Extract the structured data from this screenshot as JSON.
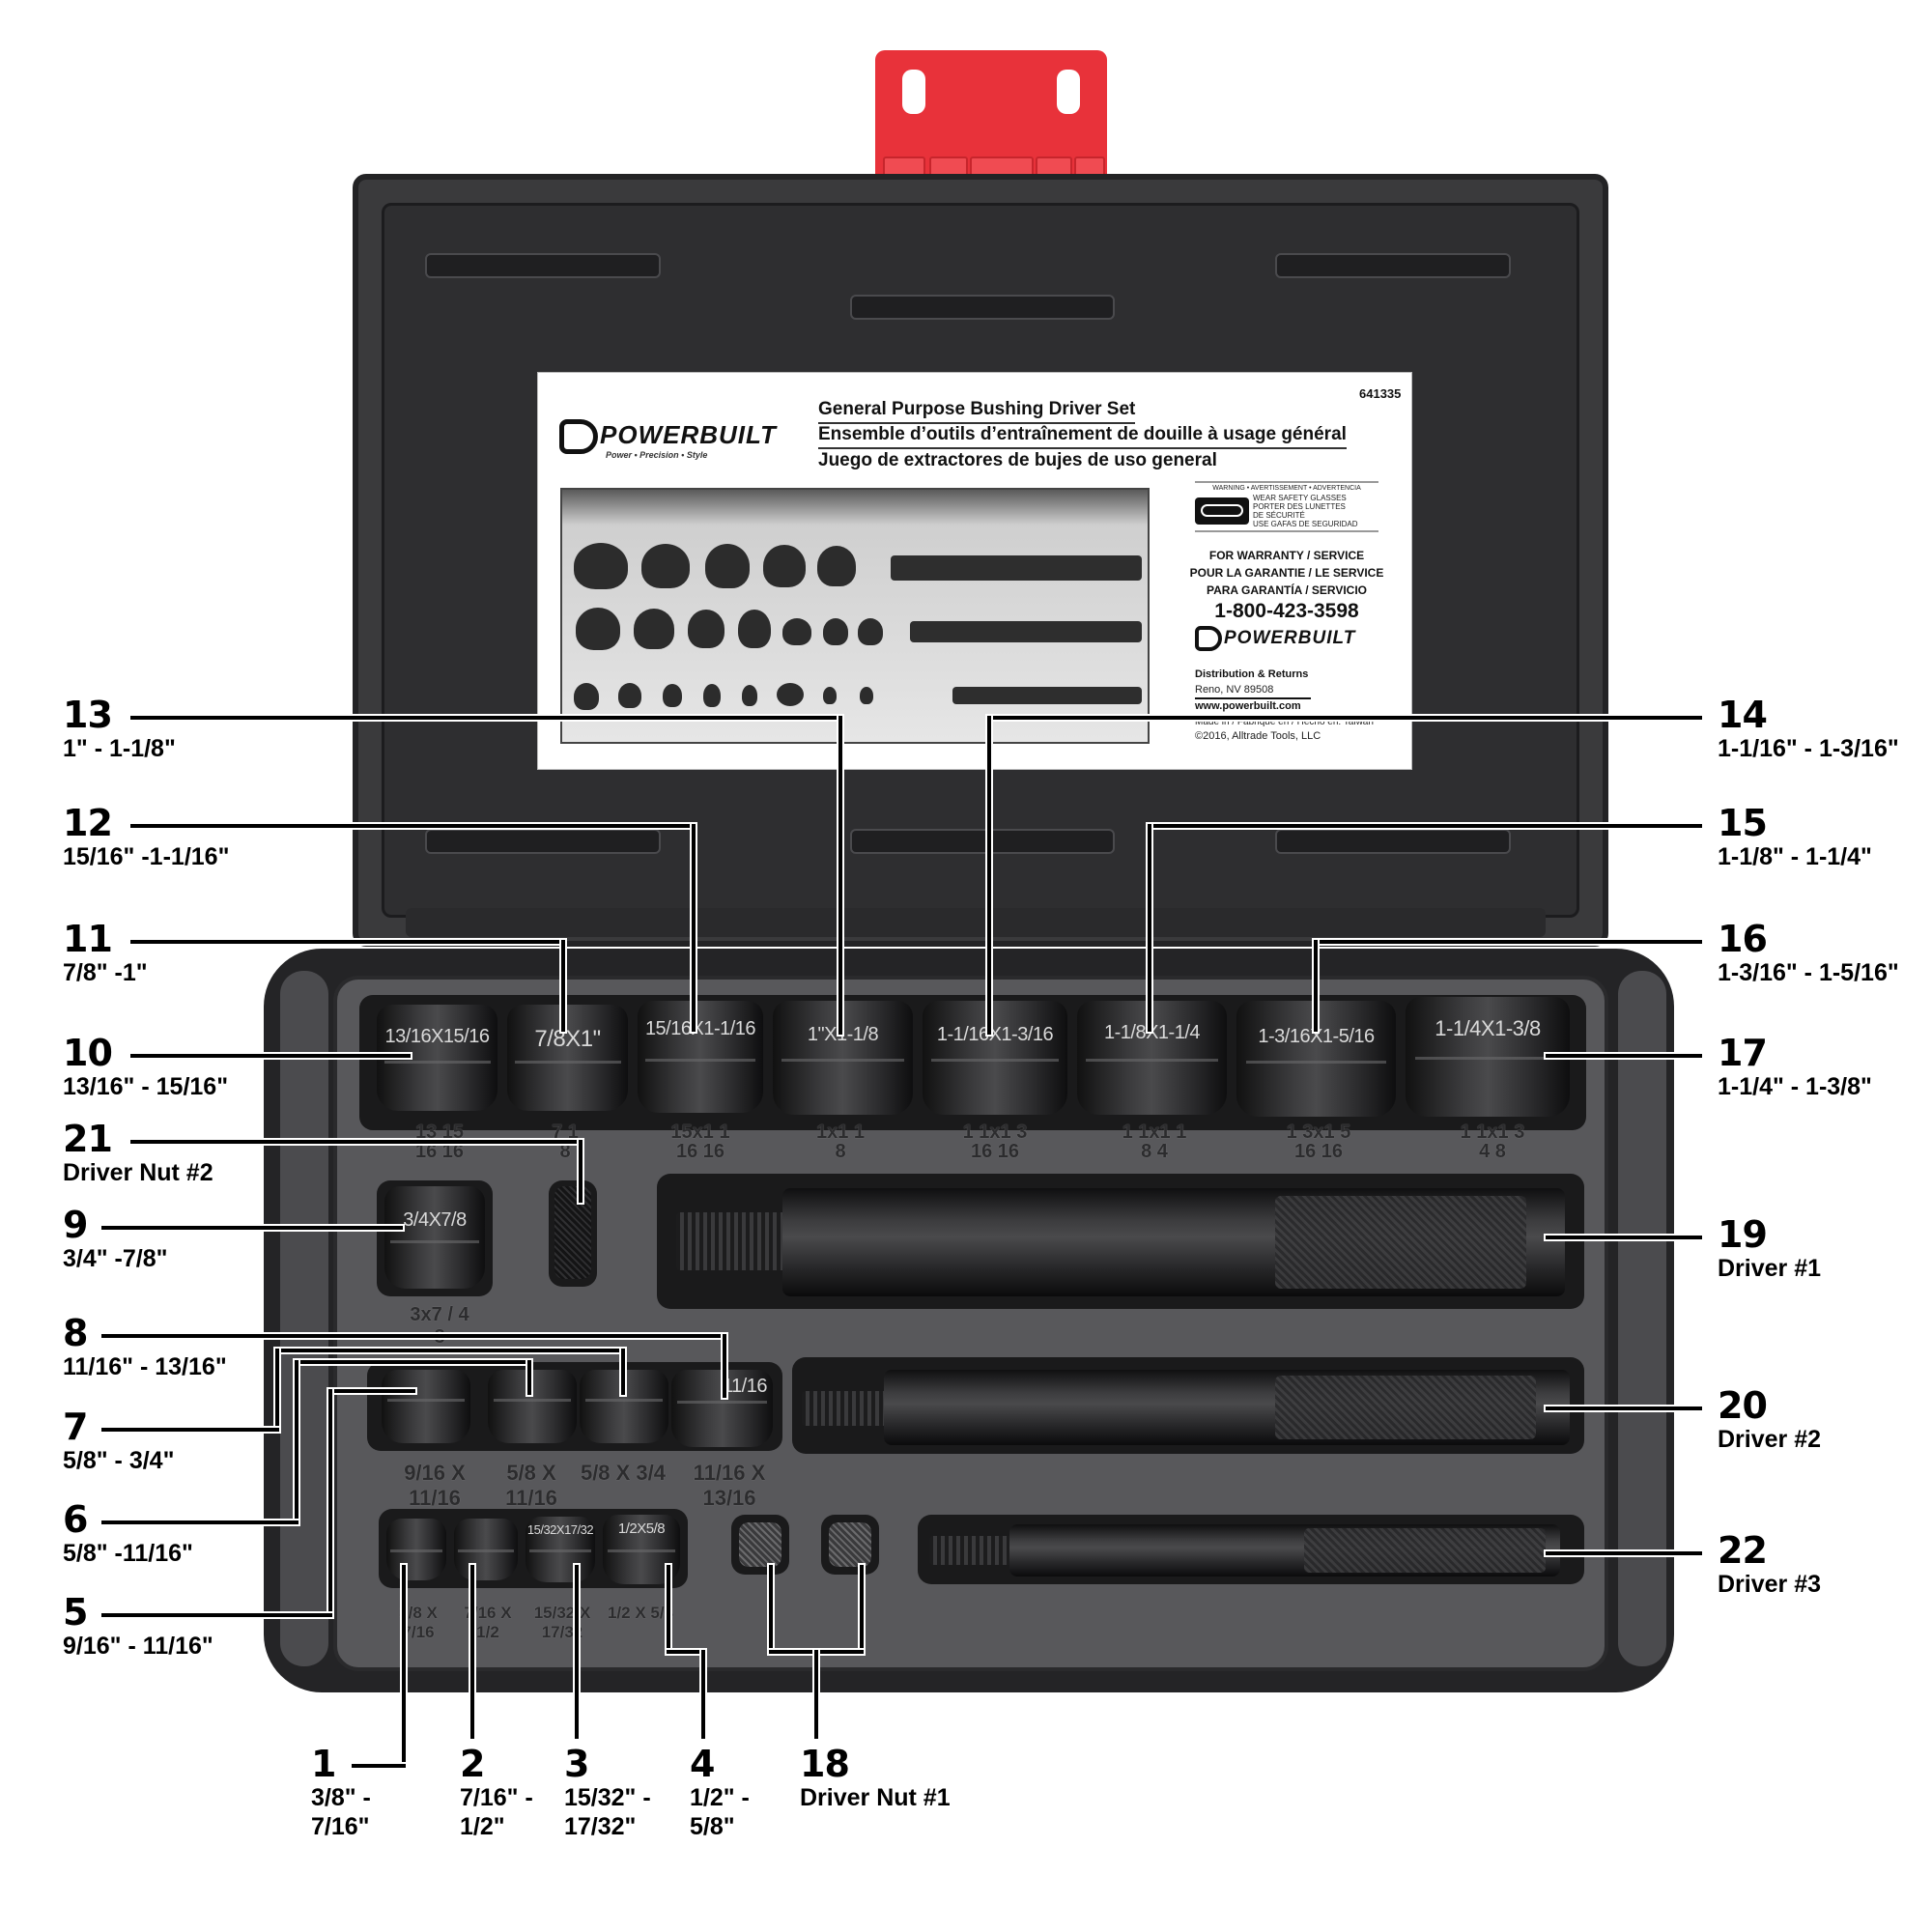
{
  "label_card": {
    "part_number": "641335",
    "brand": "POWERBUILT",
    "brand_tagline": "Power • Precision • Style",
    "title_en": "General Purpose Bushing Driver Set",
    "title_fr": "Ensemble d’outils d’entraînement de douille à usage général",
    "title_es": "Juego de extractores de bujes de uso general",
    "warning_header": "WARNING • AVERTISSEMENT • ADVERTENCIA",
    "warning_lines": [
      "WEAR SAFETY GLASSES",
      "PORTER DES LUNETTES",
      "DE SÉCURITÉ",
      "USE GAFAS DE SEGURIDAD"
    ],
    "service_lines": [
      "FOR WARRANTY / SERVICE",
      "POUR LA GARANTIE / LE SERVICE",
      "PARA GARANTÍA / SERVICIO"
    ],
    "phone": "1-800-423-3598",
    "distribution": "Distribution & Returns",
    "address": "Reno, NV 89508",
    "website": "www.powerbuilt.com",
    "made_in": "Made in / Fabriqué en / Hecho en: Taiwan",
    "copyright": "©2016, Alltrade Tools, LLC"
  },
  "colors": {
    "latch": "#e8323a",
    "case": "#2e2e30",
    "tray": "#58585b",
    "callout": "#000000"
  },
  "bushings_top_row": [
    {
      "stamp": "13/16X15/16",
      "mold_top": "13 15",
      "mold_bottom": "16 16"
    },
    {
      "stamp": "7/8X1\"",
      "mold_top": "7 1",
      "mold_bottom": "8"
    },
    {
      "stamp": "15/16X1-1/16",
      "mold_top": "15x1 1",
      "mold_bottom": "16  16"
    },
    {
      "stamp": "1\"X1-1/8",
      "mold_top": "1x1 1",
      "mold_bottom": "8"
    },
    {
      "stamp": "1-1/16X1-3/16",
      "mold_top": "1 1x1 3",
      "mold_bottom": "16 16"
    },
    {
      "stamp": "1-1/8X1-1/4",
      "mold_top": "1 1x1 1",
      "mold_bottom": "8  4"
    },
    {
      "stamp": "1-3/16X1-5/16",
      "mold_top": "1 3x1 5",
      "mold_bottom": "16 16"
    },
    {
      "stamp": "1-1/4X1-3/8",
      "mold_top": "1 1x1 3",
      "mold_bottom": "4  8"
    }
  ],
  "bushing_9": {
    "stamp": "3/4X7/8",
    "mold": "3x7 / 4 8"
  },
  "bushings_mid_row": [
    {
      "stamp": "",
      "mold": "9/16 X 11/16"
    },
    {
      "stamp": "",
      "mold": "5/8 X 11/16"
    },
    {
      "stamp": "",
      "mold": "5/8 X 3/4"
    },
    {
      "stamp": "11/16",
      "mold": "11/16 X 13/16"
    }
  ],
  "bushings_bottom_row": [
    {
      "stamp": "",
      "mold": "3/8 X 7/16"
    },
    {
      "stamp": "",
      "mold": "7/16 X 1/2"
    },
    {
      "stamp": "15/32X17/32",
      "mold": "15/32 X 17/32"
    },
    {
      "stamp": "1/2X5/8",
      "mold": "1/2 X 5/8"
    }
  ],
  "callouts": {
    "c1": {
      "num": "1",
      "line1": "3/8\" -",
      "line2": "7/16\""
    },
    "c2": {
      "num": "2",
      "line1": "7/16\" -",
      "line2": "1/2\""
    },
    "c3": {
      "num": "3",
      "line1": "15/32\" -",
      "line2": "17/32\""
    },
    "c4": {
      "num": "4",
      "line1": "1/2\" -",
      "line2": "5/8\""
    },
    "c5": {
      "num": "5",
      "desc": "9/16\" - 11/16\""
    },
    "c6": {
      "num": "6",
      "desc": "5/8\" -11/16\""
    },
    "c7": {
      "num": "7",
      "desc": "5/8\" - 3/4\""
    },
    "c8": {
      "num": "8",
      "desc": "11/16\" - 13/16\""
    },
    "c9": {
      "num": "9",
      "desc": "3/4\" -7/8\""
    },
    "c10": {
      "num": "10",
      "desc": "13/16\" - 15/16\""
    },
    "c11": {
      "num": "11",
      "desc": "7/8\" -1\""
    },
    "c12": {
      "num": "12",
      "desc": "15/16\" -1-1/16\""
    },
    "c13": {
      "num": "13",
      "desc": "1\" - 1-1/8\""
    },
    "c14": {
      "num": "14",
      "desc": "1-1/16\" - 1-3/16\""
    },
    "c15": {
      "num": "15",
      "desc": "1-1/8\" - 1-1/4\""
    },
    "c16": {
      "num": "16",
      "desc": "1-3/16\" - 1-5/16\""
    },
    "c17": {
      "num": "17",
      "desc": "1-1/4\" - 1-3/8\""
    },
    "c18": {
      "num": "18",
      "desc": "Driver Nut #1"
    },
    "c19": {
      "num": "19",
      "desc": "Driver #1"
    },
    "c20": {
      "num": "20",
      "desc": "Driver #2"
    },
    "c21": {
      "num": "21",
      "desc": "Driver Nut #2"
    },
    "c22": {
      "num": "22",
      "desc": "Driver #3"
    }
  }
}
